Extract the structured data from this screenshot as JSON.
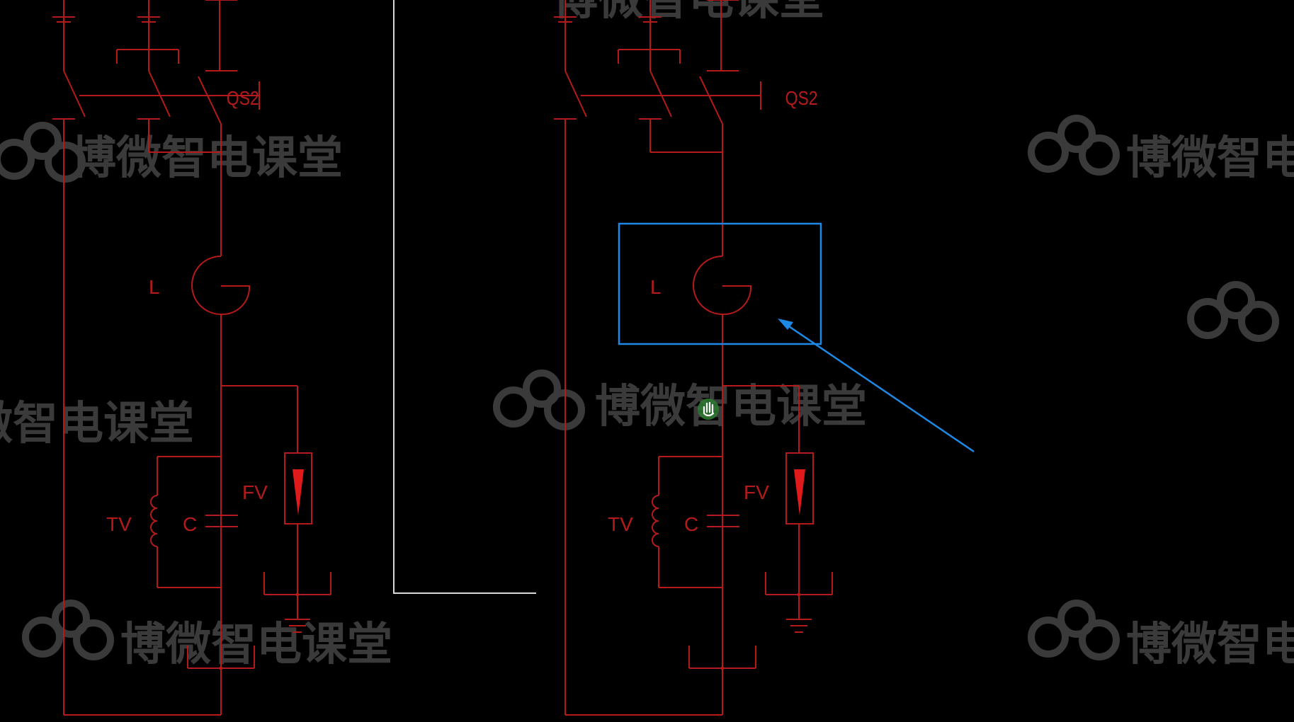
{
  "canvas": {
    "background": "#000000"
  },
  "colors": {
    "wire": "#b51a1a",
    "arrester_fill": "#e0191a",
    "selection": "#1e88e5",
    "divider": "#d8d8d8",
    "watermark": "#3a3a3a",
    "cursor_halo": "#2e7d32"
  },
  "watermark": {
    "text": "博微智电课堂",
    "icon": "cloud-logo-icon"
  },
  "labels": {
    "switch": "QS2",
    "reactor": "L",
    "transformer": "TV",
    "capacitor": "C",
    "arrester": "FV"
  },
  "annotation": {
    "type": "rectangle-with-arrow",
    "target": "reactor"
  },
  "cursor": {
    "icon": "hand-pan-icon"
  }
}
